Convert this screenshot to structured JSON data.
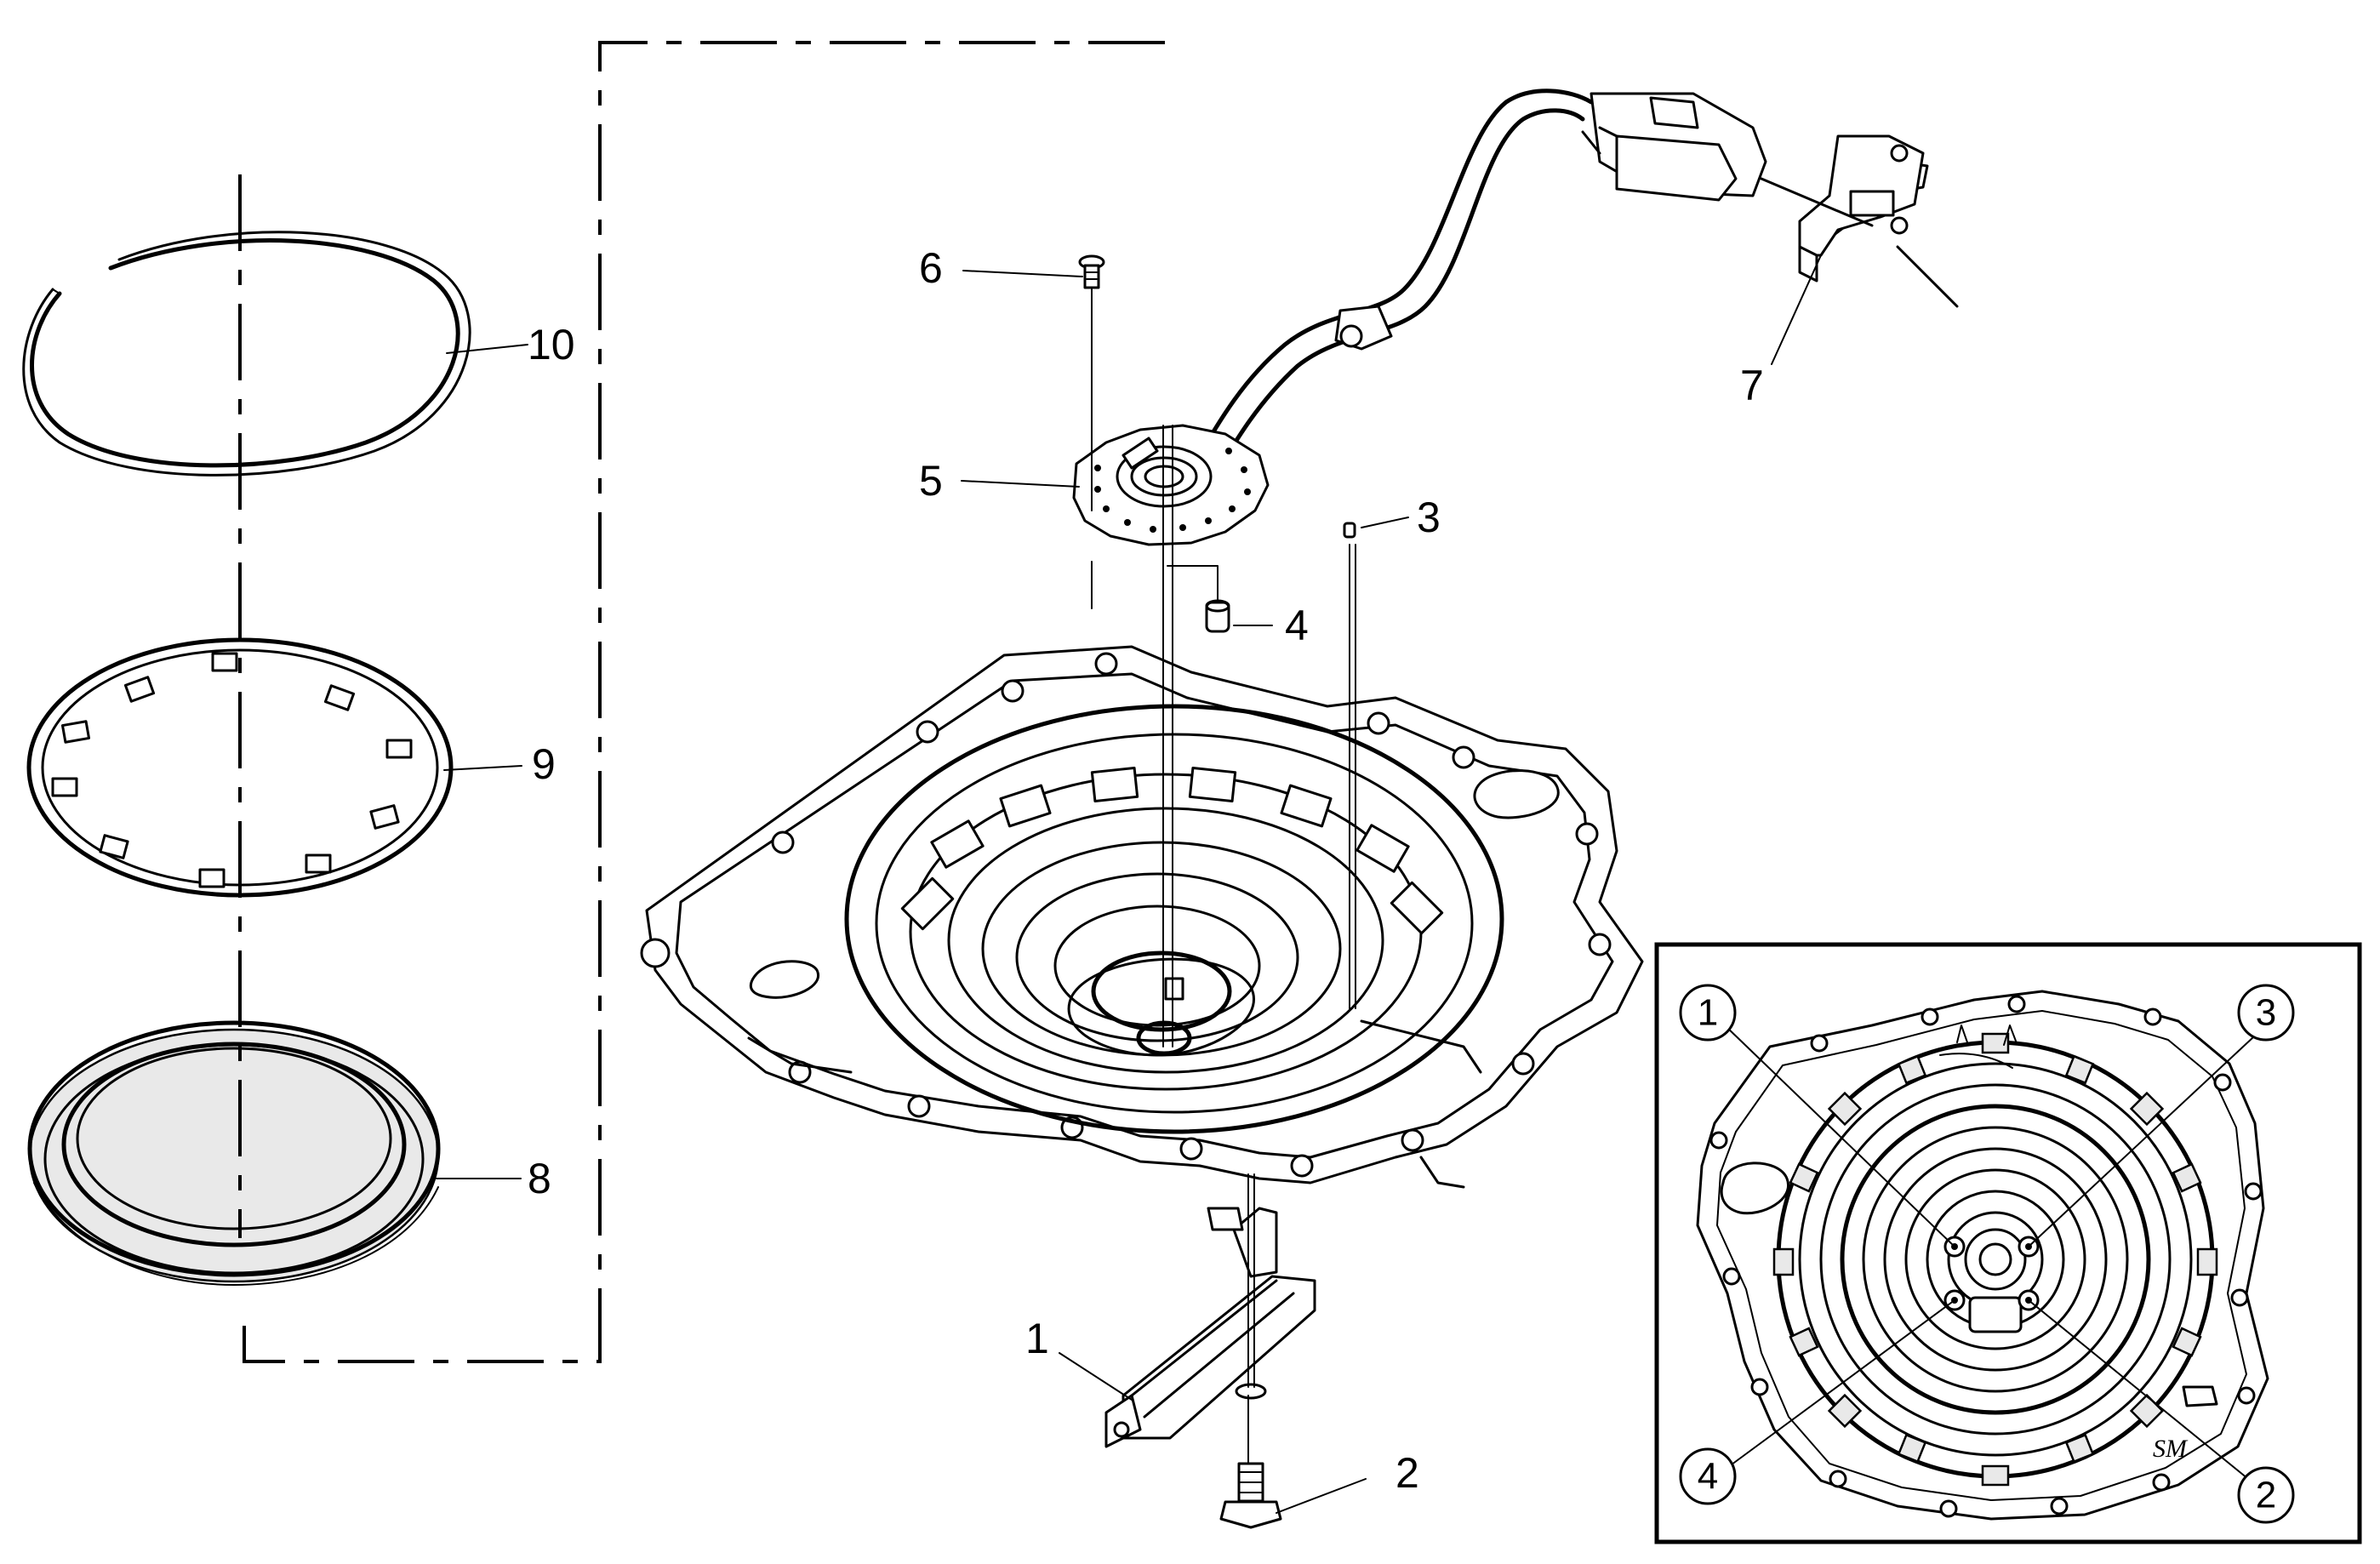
{
  "callouts": {
    "c1": "1",
    "c2": "2",
    "c3": "3",
    "c4": "4",
    "c5": "5",
    "c6": "6",
    "c7": "7",
    "c8": "8",
    "c9": "9",
    "c10": "10"
  },
  "inset": {
    "n1": "1",
    "n2": "2",
    "n3": "3",
    "n4": "4",
    "mark": "SM"
  },
  "colors": {
    "line": "#000000",
    "background": "#ffffff"
  }
}
